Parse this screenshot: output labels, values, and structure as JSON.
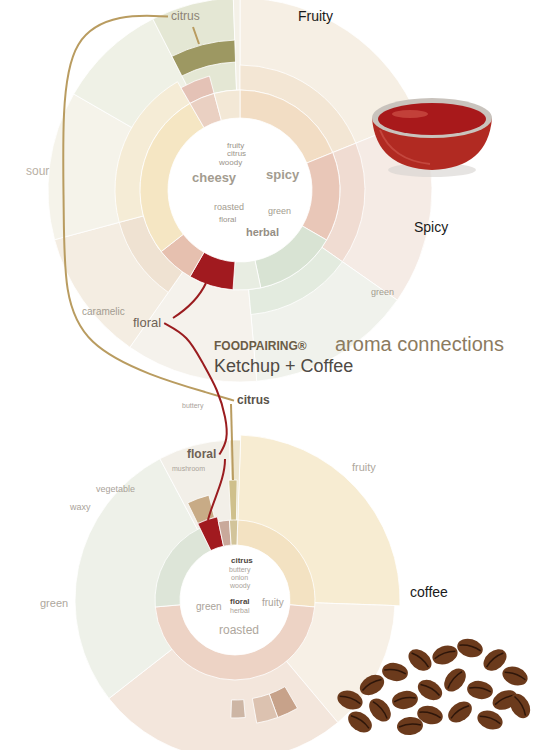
{
  "diagram": {
    "title": "Ketchup + Coffee",
    "nodes": [
      {
        "text": [
          "citrus"
        ]
      },
      {
        "text": [
          "floral"
        ]
      },
      {
        "text": [
          "citrus"
        ]
      },
      {
        "text": [
          "floral"
        ]
      }
    ],
    "edges": [
      {
        "from": 0,
        "to": 2,
        "arrow": "none"
      },
      {
        "from": 1,
        "to": 3,
        "arrow": "none"
      }
    ],
    "labels": [
      "Fruity",
      "fruity",
      "citrus",
      "woody",
      "cheesy",
      "spicy",
      "sour",
      "roasted",
      "floral",
      "green",
      "herbal",
      "Spicy",
      "green",
      "caramelic",
      "FOODPAIRING®",
      "aroma connections",
      "buttery",
      "mushroom",
      "vegetable",
      "waxy",
      "fruity",
      "green",
      "coffee",
      "citrus",
      "buttery",
      "onion",
      "woody",
      "green",
      "floral",
      "herbal",
      "fruity",
      "roasted"
    ]
  }
}
